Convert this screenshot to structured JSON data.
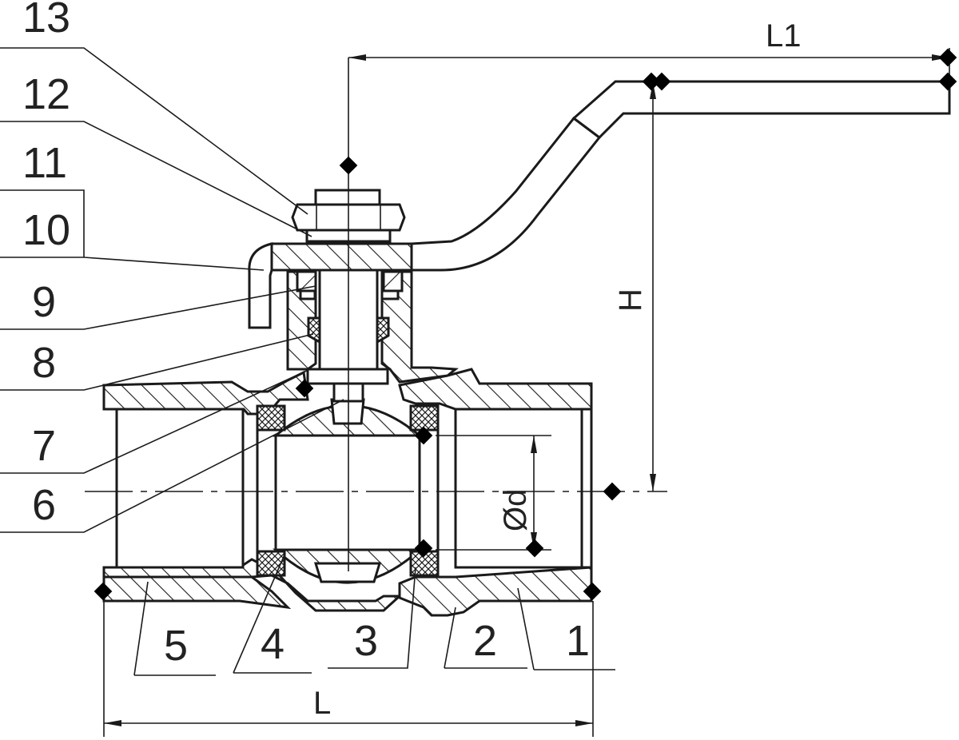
{
  "callouts": [
    {
      "id": "13",
      "text": "13"
    },
    {
      "id": "12",
      "text": "12"
    },
    {
      "id": "11",
      "text": "11"
    },
    {
      "id": "10",
      "text": "10"
    },
    {
      "id": "9",
      "text": "9"
    },
    {
      "id": "8",
      "text": "8"
    },
    {
      "id": "7",
      "text": "7"
    },
    {
      "id": "6",
      "text": "6"
    },
    {
      "id": "5",
      "text": "5"
    },
    {
      "id": "4",
      "text": "4"
    },
    {
      "id": "3",
      "text": "3"
    },
    {
      "id": "2",
      "text": "2"
    },
    {
      "id": "1",
      "text": "1"
    }
  ],
  "dimensions": {
    "L1": "L1",
    "H": "H",
    "d": "Ød",
    "L": "L"
  }
}
